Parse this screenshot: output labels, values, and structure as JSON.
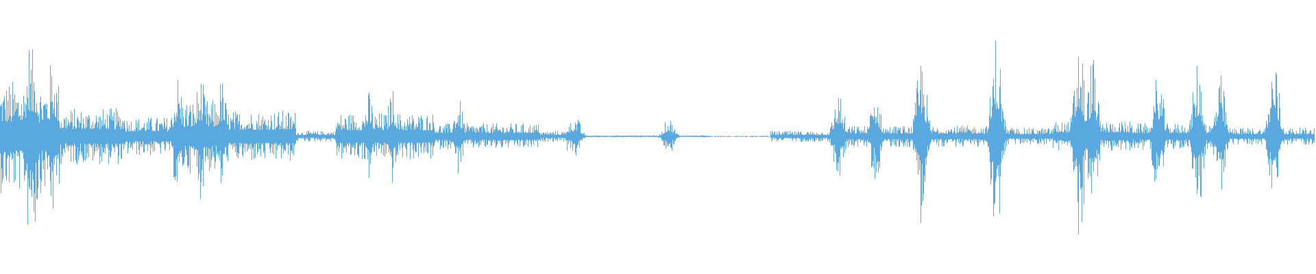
{
  "waveform": {
    "color": "#5aa8e0",
    "background": "#ffffff",
    "segments": [
      {
        "from": 0.0,
        "to": 0.045,
        "level": 0.52
      },
      {
        "from": 0.045,
        "to": 0.095,
        "level": 0.26
      },
      {
        "from": 0.095,
        "to": 0.13,
        "level": 0.18
      },
      {
        "from": 0.13,
        "to": 0.17,
        "level": 0.34
      },
      {
        "from": 0.17,
        "to": 0.225,
        "level": 0.24
      },
      {
        "from": 0.225,
        "to": 0.255,
        "level": 0.05
      },
      {
        "from": 0.255,
        "to": 0.33,
        "level": 0.22
      },
      {
        "from": 0.33,
        "to": 0.41,
        "level": 0.12
      },
      {
        "from": 0.41,
        "to": 0.43,
        "level": 0.05
      },
      {
        "from": 0.43,
        "to": 0.44,
        "level": 0.14
      },
      {
        "from": 0.44,
        "to": 0.505,
        "level": 0.01
      },
      {
        "from": 0.505,
        "to": 0.51,
        "level": 0.09
      },
      {
        "from": 0.51,
        "to": 0.54,
        "level": 0.01
      },
      {
        "from": 0.54,
        "to": 0.585,
        "level": 0.006
      },
      {
        "from": 0.585,
        "to": 0.635,
        "level": 0.05
      },
      {
        "from": 0.635,
        "to": 0.69,
        "level": 0.1
      },
      {
        "from": 0.69,
        "to": 0.76,
        "level": 0.1
      },
      {
        "from": 0.76,
        "to": 0.8,
        "level": 0.08
      },
      {
        "from": 0.8,
        "to": 0.86,
        "level": 0.14
      },
      {
        "from": 0.86,
        "to": 0.93,
        "level": 0.12
      },
      {
        "from": 0.93,
        "to": 1.0,
        "level": 0.08
      }
    ],
    "peaks": [
      {
        "at": 0.022,
        "level": 0.92
      },
      {
        "at": 0.026,
        "level": 0.88
      },
      {
        "at": 0.04,
        "level": 0.8
      },
      {
        "at": 0.135,
        "level": 0.6
      },
      {
        "at": 0.152,
        "level": 0.58
      },
      {
        "at": 0.168,
        "level": 0.55
      },
      {
        "at": 0.28,
        "level": 0.42
      },
      {
        "at": 0.298,
        "level": 0.45
      },
      {
        "at": 0.348,
        "level": 0.36
      },
      {
        "at": 0.437,
        "level": 0.2
      },
      {
        "at": 0.508,
        "level": 0.18
      },
      {
        "at": 0.637,
        "level": 0.45
      },
      {
        "at": 0.665,
        "level": 0.45
      },
      {
        "at": 0.7,
        "level": 0.8
      },
      {
        "at": 0.757,
        "level": 1.0
      },
      {
        "at": 0.82,
        "level": 1.0
      },
      {
        "at": 0.83,
        "level": 0.78
      },
      {
        "at": 0.88,
        "level": 0.62
      },
      {
        "at": 0.91,
        "level": 0.72
      },
      {
        "at": 0.927,
        "level": 0.58
      },
      {
        "at": 0.968,
        "level": 0.8
      }
    ]
  }
}
